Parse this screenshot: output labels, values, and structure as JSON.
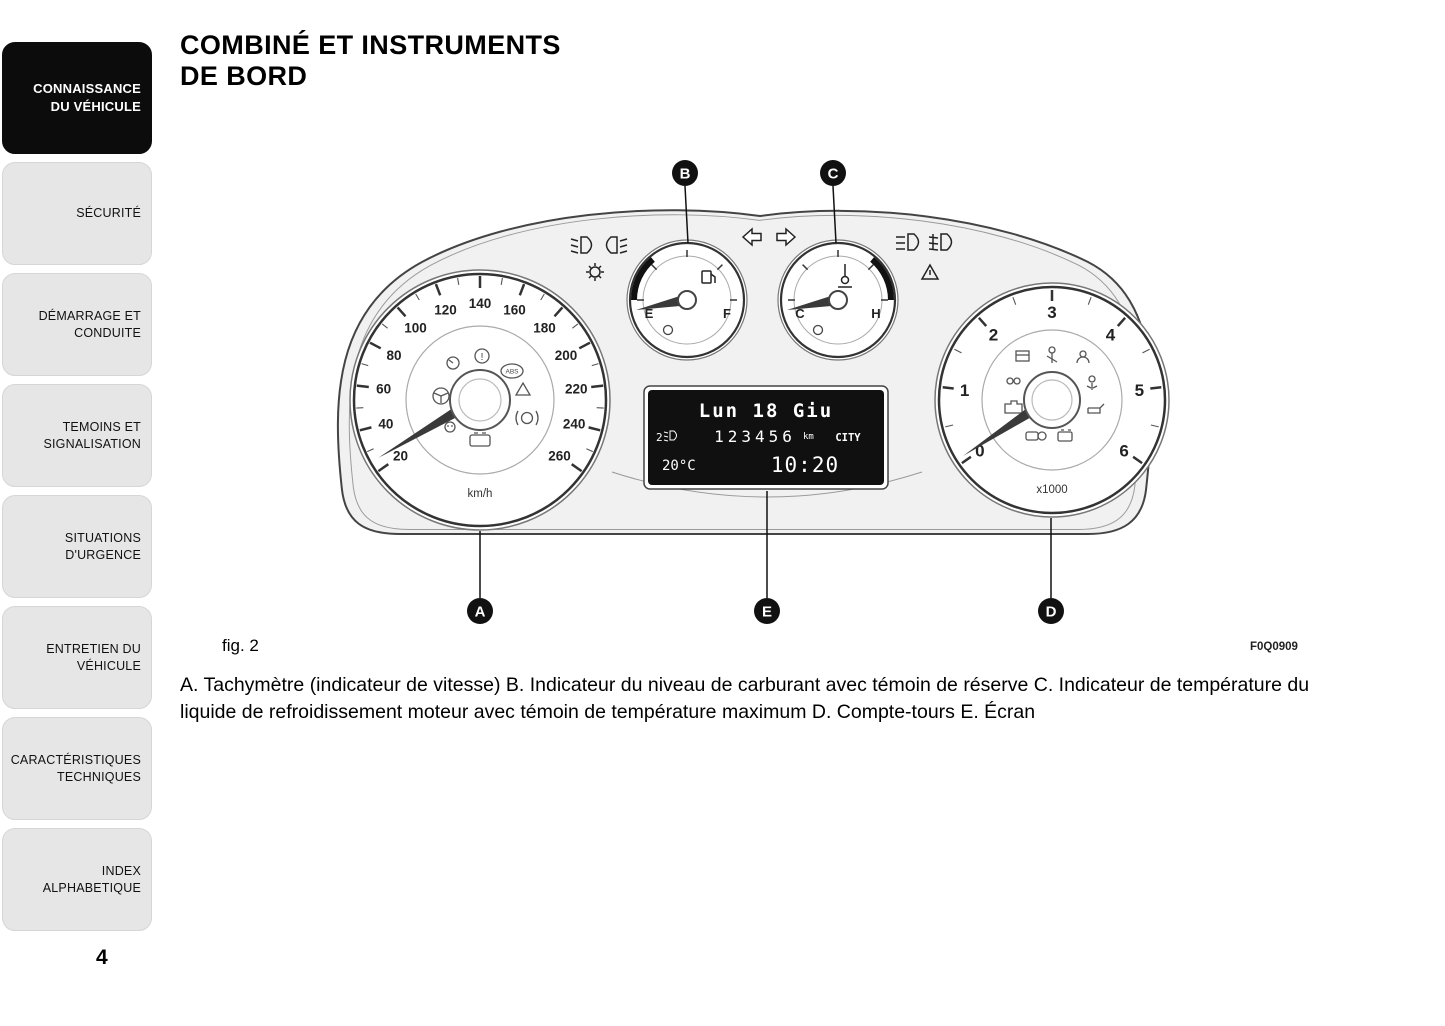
{
  "sidebar": {
    "items": [
      {
        "label": "CONNAISSANCE DU VÉHICULE",
        "active": true
      },
      {
        "label": "SÉCURITÉ",
        "active": false
      },
      {
        "label": "DÉMARRAGE ET CONDUITE",
        "active": false
      },
      {
        "label": "TEMOINS ET SIGNALISATION",
        "active": false
      },
      {
        "label": "SITUATIONS D'URGENCE",
        "active": false
      },
      {
        "label": "ENTRETIEN DU VÉHICULE",
        "active": false
      },
      {
        "label": "CARACTÉRISTIQUES TECHNIQUES",
        "active": false
      },
      {
        "label": "INDEX ALPHABETIQUE",
        "active": false
      }
    ],
    "page_number": "4"
  },
  "header": {
    "title_line1": "COMBINÉ ET INSTRUMENTS",
    "title_line2": "DE BORD"
  },
  "figure": {
    "caption": "fig. 2",
    "code": "F0Q0909",
    "callouts": [
      "A",
      "B",
      "C",
      "D",
      "E"
    ],
    "speedometer": {
      "unit": "km/h",
      "labels": [
        "20",
        "40",
        "60",
        "80",
        "100",
        "120",
        "140",
        "160",
        "180",
        "200",
        "220",
        "240",
        "260"
      ]
    },
    "tachometer": {
      "unit": "x1000",
      "labels": [
        "0",
        "1",
        "2",
        "3",
        "4",
        "5",
        "6"
      ]
    },
    "fuel_gauge": {
      "empty": "E",
      "full": "F"
    },
    "temp_gauge": {
      "cold": "C",
      "hot": "H"
    },
    "display": {
      "date": "Lun 18 Giu",
      "gear": "2",
      "odometer": "123456",
      "odometer_unit": "km",
      "mode": "CITY",
      "temperature": "20°C",
      "time": "10:20"
    },
    "icon_labels": {
      "abs": "ABS",
      "brake": "!"
    }
  },
  "description": "A. Tachymètre (indicateur de vitesse) B. Indicateur du niveau de carburant avec témoin de réserve C. Indicateur de température du liquide de refroidissement moteur avec témoin de température maximum D. Compte-tours E. Écran"
}
